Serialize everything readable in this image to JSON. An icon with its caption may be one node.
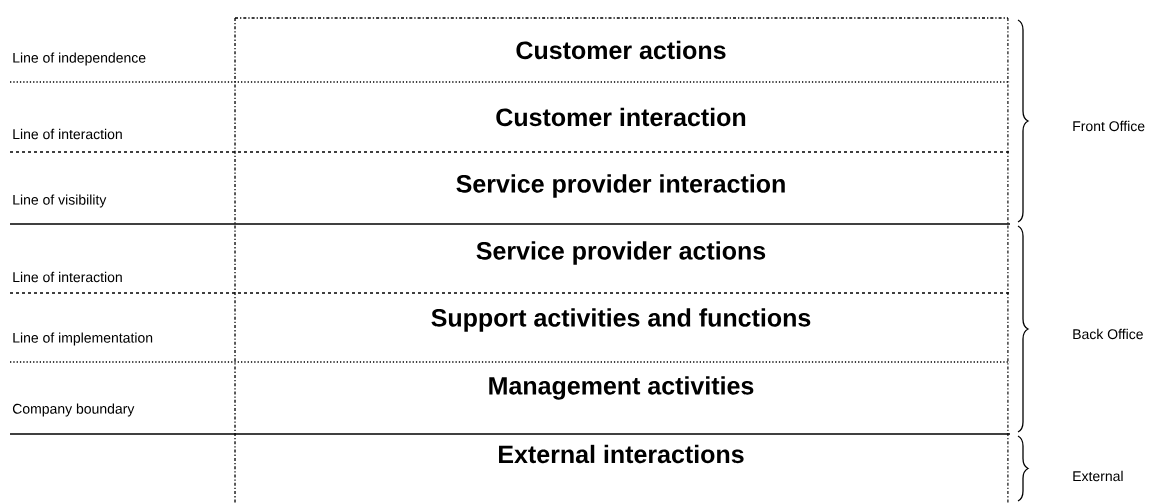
{
  "diagram": {
    "nodes": [
      {
        "text": [
          "Customer actions"
        ]
      },
      {
        "text": [
          "Customer interaction"
        ]
      },
      {
        "text": [
          "Service provider interaction"
        ]
      },
      {
        "text": [
          "Service provider actions"
        ]
      },
      {
        "text": [
          "Support activities and functions"
        ]
      },
      {
        "text": [
          "Management activities"
        ]
      },
      {
        "text": [
          "External interactions"
        ]
      }
    ],
    "labels": [
      "Line of independence",
      "Front Office",
      "Line of interaction",
      "Line of visibility",
      "Line of interaction",
      "Back Office",
      "Line of implementation",
      "Company boundary",
      "External"
    ]
  }
}
